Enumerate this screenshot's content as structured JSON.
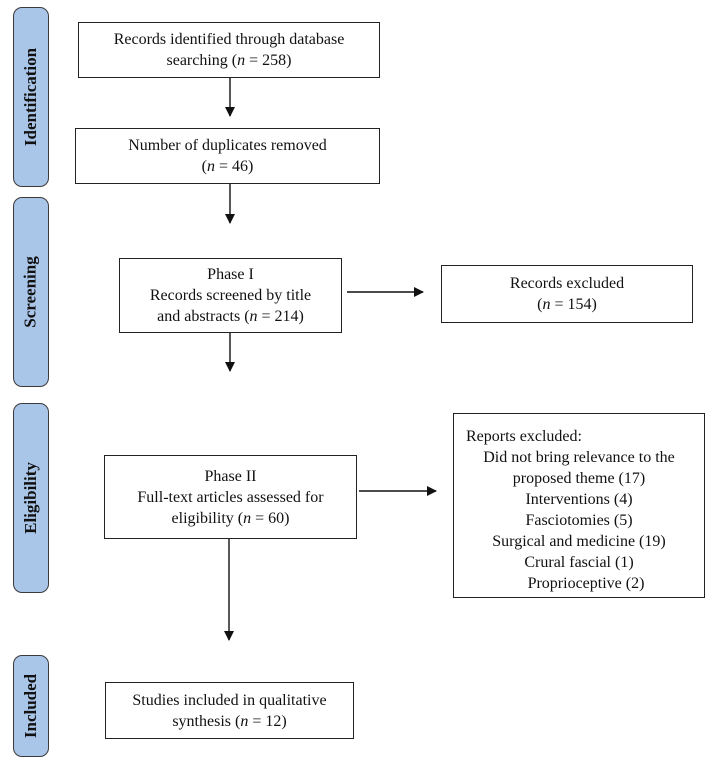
{
  "phases": {
    "identification": "Identification",
    "screening": "Screening",
    "eligibility": "Eligibility",
    "included": "Included"
  },
  "boxes": {
    "identified": {
      "line1": "Records identified through database",
      "line2_pre": "searching (",
      "n_label": "n",
      "line2_post": " = 258)"
    },
    "duplicates": {
      "line1": "Number of duplicates removed",
      "line2_pre": "(",
      "n_label": "n",
      "line2_post": " = 46)"
    },
    "screened": {
      "line1": "Phase I",
      "line2": "Records screened by title",
      "line3_pre": "and abstracts (",
      "n_label": "n",
      "line3_post": " = 214)"
    },
    "excluded": {
      "line1": "Records excluded",
      "line2_pre": "(",
      "n_label": "n",
      "line2_post": " = 154)"
    },
    "eligible": {
      "line1": "Phase II",
      "line2": "Full-text articles assessed for",
      "line3_pre": "eligibility (",
      "n_label": "n",
      "line3_post": " = 60)"
    },
    "reports_excluded": {
      "heading": "Reports excluded:",
      "items": [
        "Did not bring relevance to the",
        "proposed theme (17)",
        "Interventions (4)",
        "Fasciotomies (5)",
        "Surgical and medicine (19)",
        "Crural fascial (1)",
        "Proprioceptive (2)"
      ]
    },
    "included": {
      "line1": "Studies included in qualitative",
      "line2_pre": "synthesis (",
      "n_label": "n",
      "line2_post": " = 12)"
    }
  }
}
